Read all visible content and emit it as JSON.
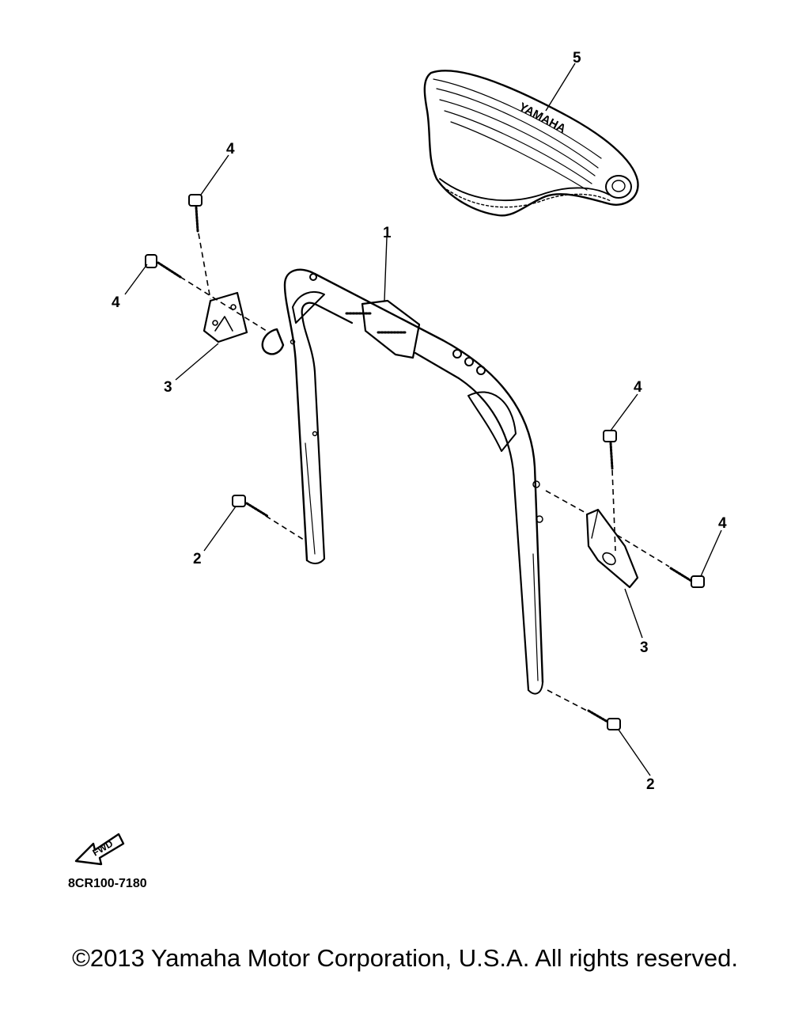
{
  "callouts": {
    "c1": "1",
    "c2a": "2",
    "c2b": "2",
    "c3a": "3",
    "c3b": "3",
    "c4a": "4",
    "c4b": "4",
    "c4c": "4",
    "c4d": "4",
    "c5": "5"
  },
  "seat_logo": "YAMAHA",
  "fwd_label": "FWD",
  "part_code": "8CR100-7180",
  "copyright": "©2013 Yamaha Motor Corporation, U.S.A. All rights reserved."
}
